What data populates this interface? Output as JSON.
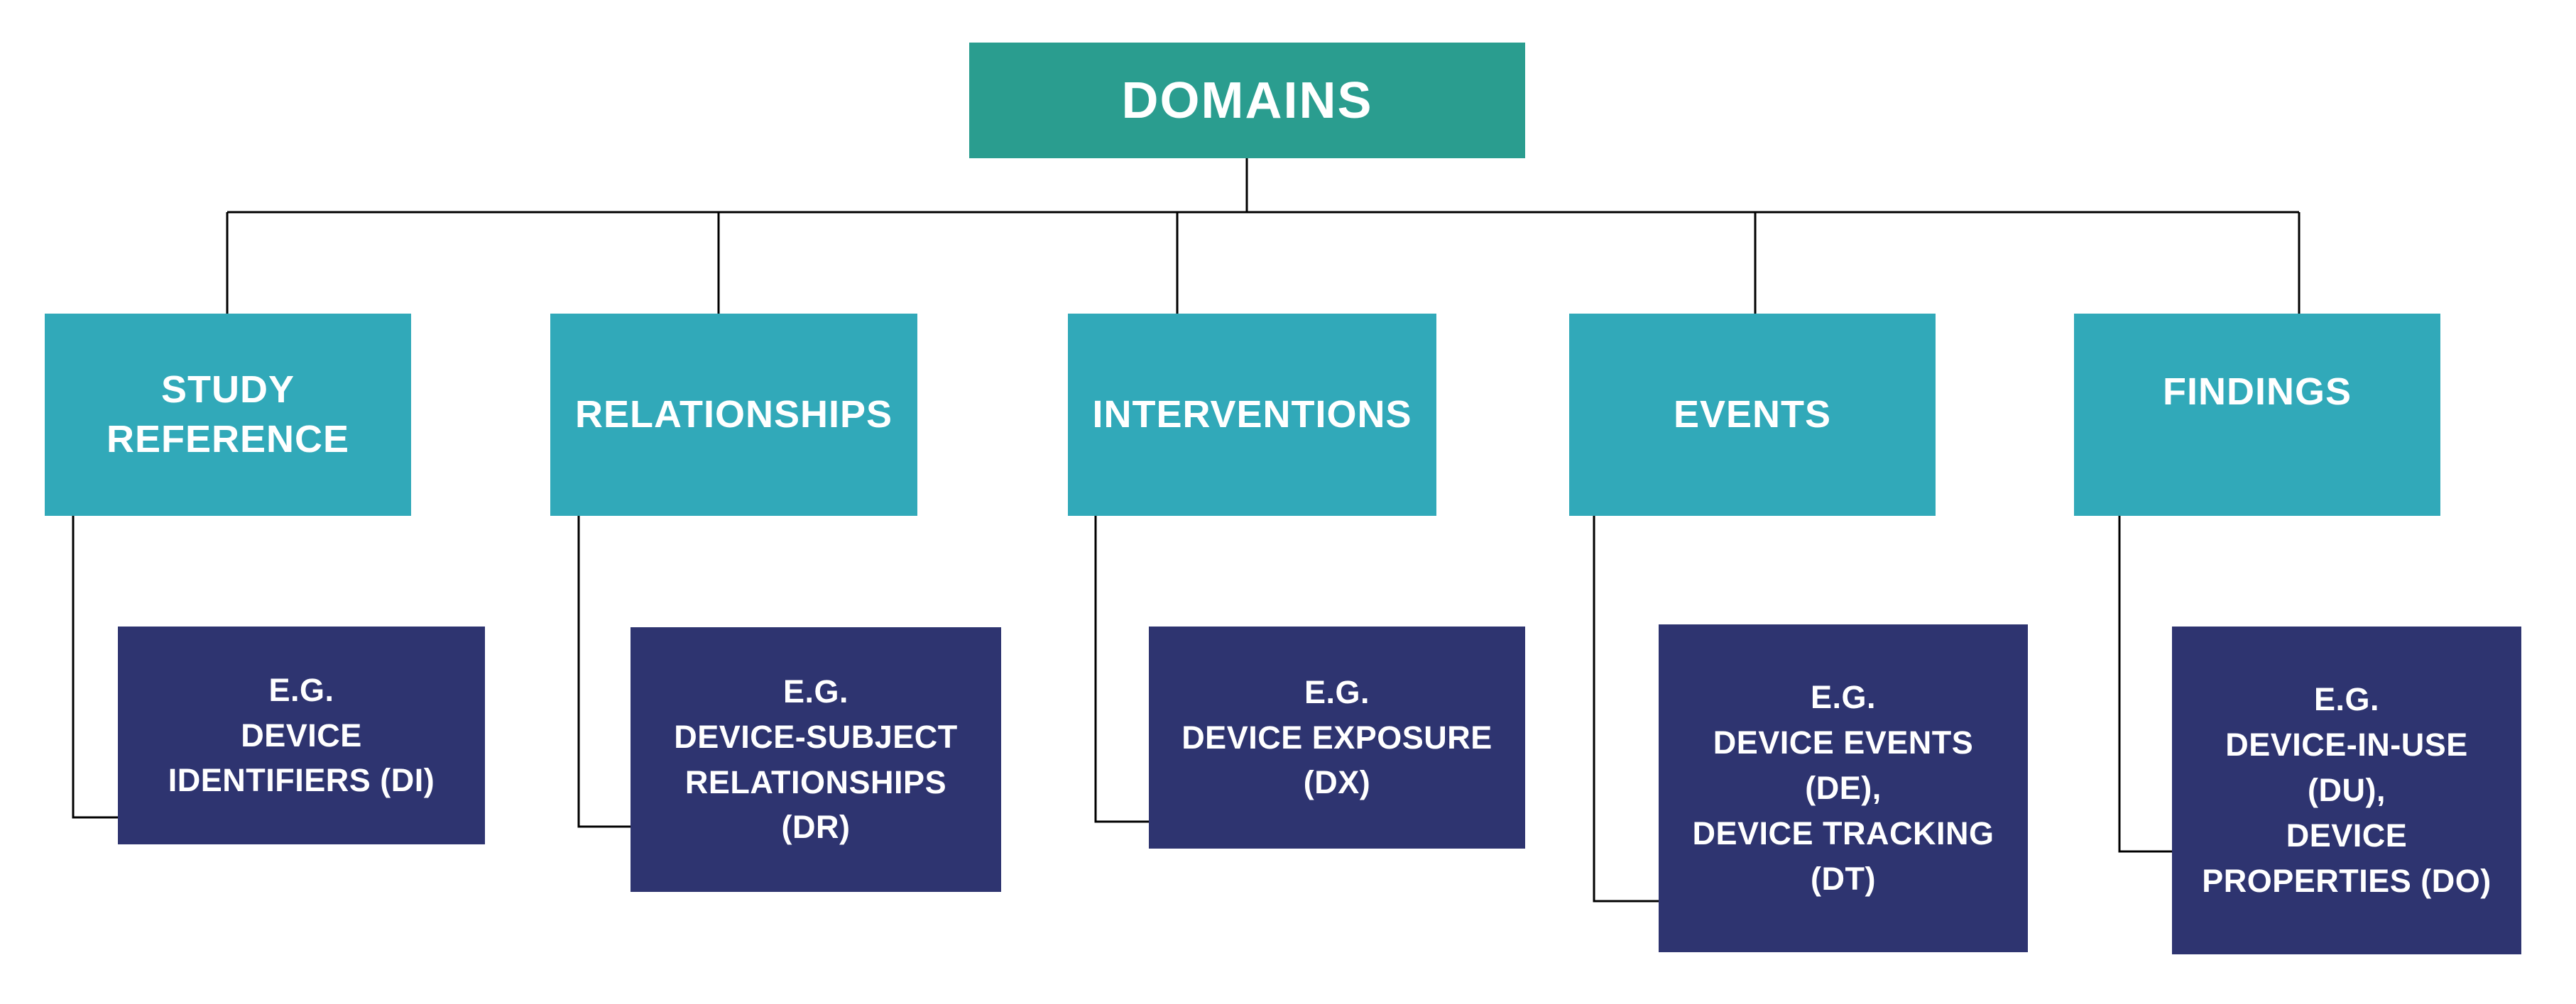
{
  "colors": {
    "root_bg": "#2a9d8f",
    "branch_bg": "#31a9b9",
    "example_bg": "#2e3470",
    "text": "#ffffff",
    "connector": "#000000",
    "page_bg": "#ffffff"
  },
  "root": {
    "label": "DOMAINS"
  },
  "branches": [
    {
      "label": "STUDY REFERENCE",
      "example_lines": [
        "E.G.",
        "DEVICE",
        "IDENTIFIERS (DI)"
      ]
    },
    {
      "label": "RELATIONSHIPS",
      "example_lines": [
        "E.G.",
        "DEVICE-SUBJECT",
        "RELATIONSHIPS",
        "(DR)"
      ]
    },
    {
      "label": "INTERVENTIONS",
      "example_lines": [
        "E.G.",
        "DEVICE EXPOSURE",
        "(DX)"
      ]
    },
    {
      "label": "EVENTS",
      "example_lines": [
        "E.G.",
        "DEVICE EVENTS",
        "(DE),",
        "DEVICE TRACKING",
        "(DT)"
      ]
    },
    {
      "label": "FINDINGS",
      "example_lines": [
        "E.G.",
        "DEVICE-IN-USE",
        "(DU),",
        "DEVICE",
        "PROPERTIES (DO)"
      ]
    }
  ]
}
